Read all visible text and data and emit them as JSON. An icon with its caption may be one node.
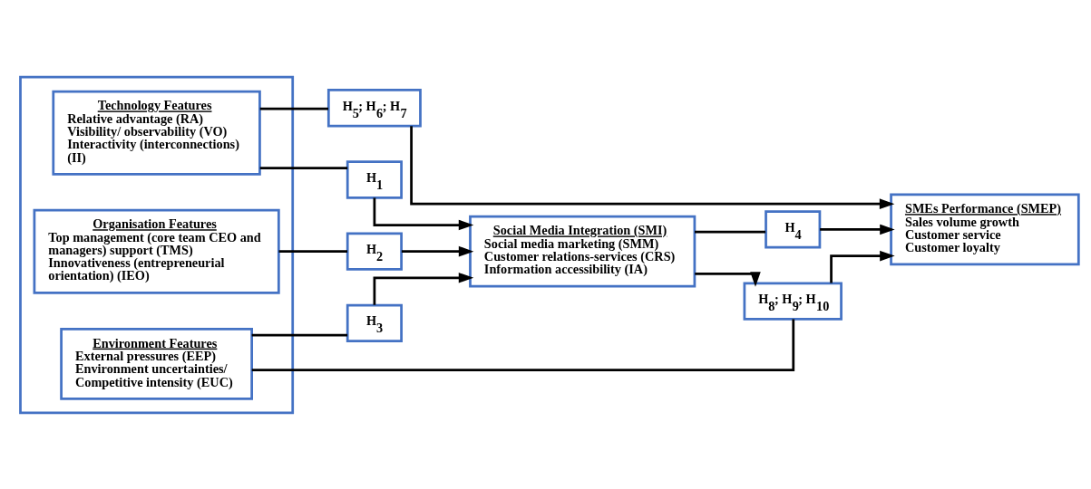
{
  "diagram": {
    "nodes": [
      {
        "text": [],
        "shape": "box"
      },
      {
        "text": [
          "Technology Features",
          "Relative advantage (RA)",
          "Visibility/ observability (VO)",
          "Interactivity (interconnections) (II)"
        ],
        "in": 0
      },
      {
        "text": [
          "Organisation Features",
          "Top management (core team CEO and managers) support (TMS)",
          "Innovativeness (entrepreneurial orientation) (IEO)"
        ],
        "in": 0
      },
      {
        "text": [
          "Environment Features",
          "External pressures (EEP)",
          "Environment uncertainties/ Competitive intensity (EUC)"
        ],
        "in": 0
      },
      {
        "text": [
          "H$_{1}$"
        ]
      },
      {
        "text": [
          "H$_{2}$"
        ]
      },
      {
        "text": [
          "H$_{3}$"
        ]
      },
      {
        "text": [
          "Social Media Integration (SMI)",
          "Social media marketing (SMM)",
          "Customer relations-services (CRS)",
          "Information accessibility (IA)"
        ]
      },
      {
        "text": [
          "H$_{4}$"
        ]
      },
      {
        "text": [
          "SMEs Performance (SMEP)",
          "Sales volume growth",
          "Customer service",
          "Customer loyalty"
        ]
      },
      {
        "text": [
          "H$_{5}$; H$_{6}$; H$_{7}$"
        ]
      },
      {
        "text": [
          "H$_{8}$; H$_{9}$; H$_{10}$"
        ]
      }
    ],
    "edges": [
      {
        "from": 1,
        "to": 10,
        "arrow": "none"
      },
      {
        "from": 10,
        "to": 9,
        "arrow": "to"
      },
      {
        "from": 1,
        "to": 4,
        "arrow": "none"
      },
      {
        "from": 4,
        "to": 7,
        "arrow": "to"
      },
      {
        "from": 2,
        "to": 5,
        "arrow": "none"
      },
      {
        "from": 5,
        "to": 7,
        "arrow": "to"
      },
      {
        "from": 3,
        "to": 6,
        "arrow": "none"
      },
      {
        "from": 6,
        "to": 7,
        "arrow": "to"
      },
      {
        "from": 7,
        "to": 8,
        "arrow": "none"
      },
      {
        "from": 8,
        "to": 9,
        "arrow": "to"
      },
      {
        "from": 3,
        "to": 11,
        "arrow": "none"
      },
      {
        "from": 11,
        "to": 9,
        "arrow": "to"
      },
      {
        "from": 7,
        "to": 11,
        "arrow": "to"
      }
    ]
  }
}
